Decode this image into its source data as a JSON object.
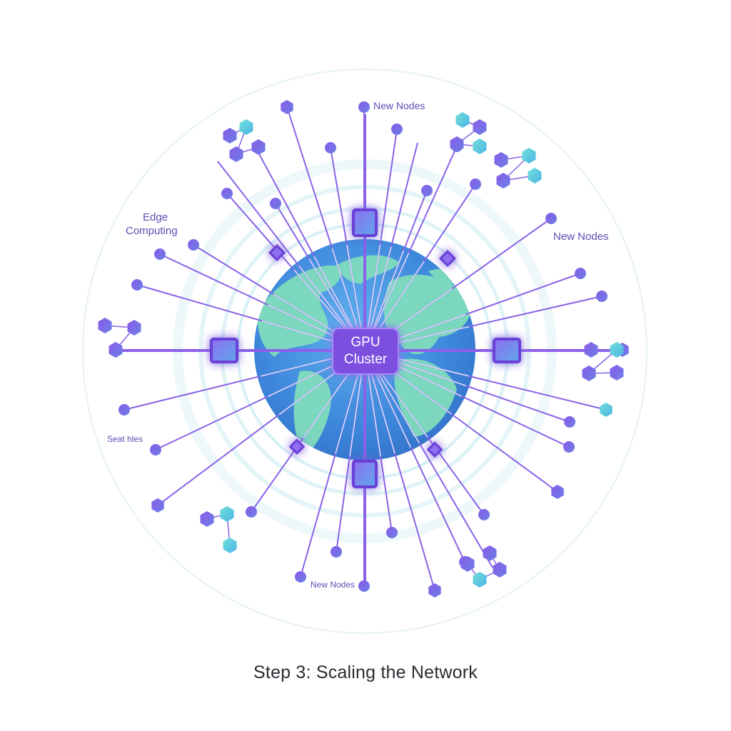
{
  "caption": "Step 3: Scaling the Network",
  "hub": {
    "line1": "GPU",
    "line2": "Cluster"
  },
  "labels": {
    "new_nodes_top": "New Nodes",
    "new_nodes_right": "New Nodes",
    "new_nodes_bottom": "New Nodes",
    "edge_line1": "Edge",
    "edge_line2": "Computing",
    "side_text": "Seat hles"
  },
  "colors": {
    "accent_purple": "#7b55e0",
    "hub_purple": "#7e4fe0",
    "globe_blue": "#3f8fe0",
    "land_green": "#7fdcbc",
    "teal_node": "#5ec8df",
    "label_purple": "#5a4fb3"
  }
}
